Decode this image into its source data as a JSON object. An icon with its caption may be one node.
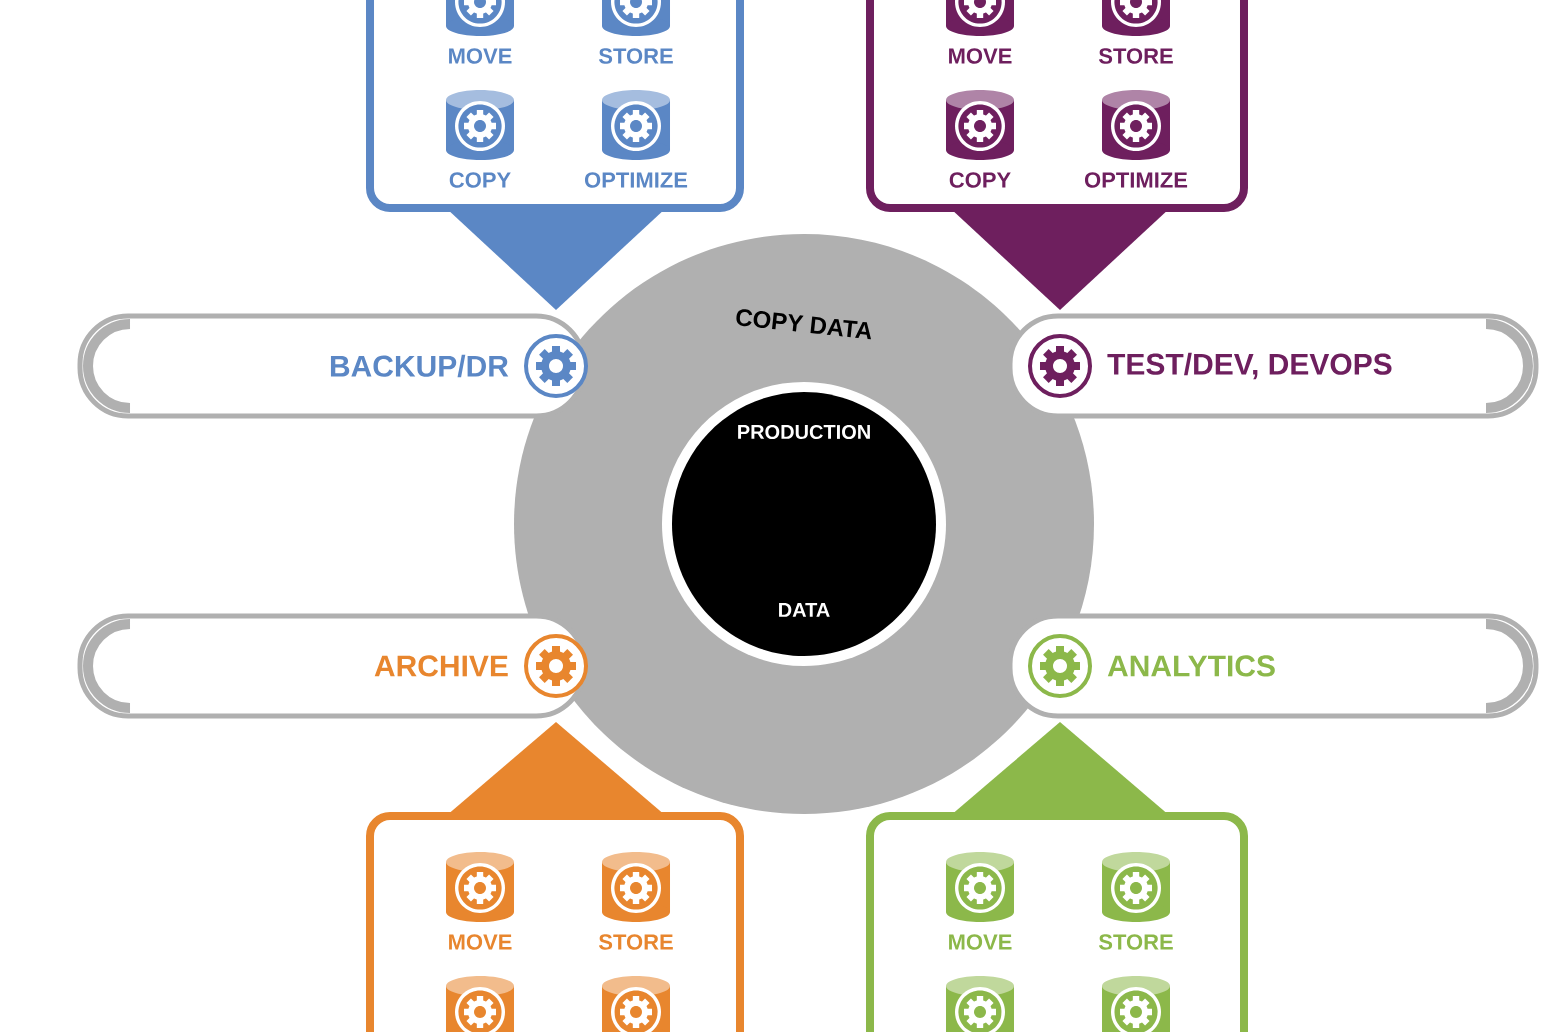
{
  "diagram": {
    "nodes": [
      {
        "text": [],
        "shape": "box"
      },
      {
        "text": [
          "MOVE"
        ],
        "in": 0
      },
      {
        "text": [
          "STORE"
        ],
        "in": 0
      },
      {
        "text": [
          "COPY"
        ],
        "in": 0
      },
      {
        "text": [
          "OPTIMIZE"
        ],
        "in": 0
      },
      {
        "text": [],
        "shape": "box"
      },
      {
        "text": [
          "MOVE"
        ],
        "in": 5
      },
      {
        "text": [
          "STORE"
        ],
        "in": 5
      },
      {
        "text": [
          "COPY"
        ],
        "in": 5
      },
      {
        "text": [
          "OPTIMIZE"
        ],
        "in": 5
      },
      {
        "text": [
          "BACKUP/DR"
        ]
      },
      {
        "text": [
          "TEST/DEV, DEVOPS"
        ]
      },
      {
        "text": [
          "COPY DATA"
        ]
      },
      {
        "text": [
          "PRODUCTION",
          "DATA"
        ],
        "in": 12
      },
      {
        "text": [
          "ARCHIVE"
        ]
      },
      {
        "text": [
          "ANALYTICS"
        ]
      },
      {
        "text": [],
        "shape": "box"
      },
      {
        "text": [
          "MOVE"
        ],
        "in": 16
      },
      {
        "text": [
          "STORE"
        ],
        "in": 16
      },
      {
        "text": [],
        "shape": "cylinder",
        "in": 16
      },
      {
        "text": [],
        "shape": "cylinder",
        "in": 16
      },
      {
        "text": [],
        "shape": "box"
      },
      {
        "text": [
          "MOVE"
        ],
        "in": 21
      },
      {
        "text": [
          "STORE"
        ],
        "in": 21
      },
      {
        "text": [],
        "shape": "cylinder",
        "in": 21
      },
      {
        "text": [],
        "shape": "cylinder",
        "in": 21
      }
    ]
  }
}
